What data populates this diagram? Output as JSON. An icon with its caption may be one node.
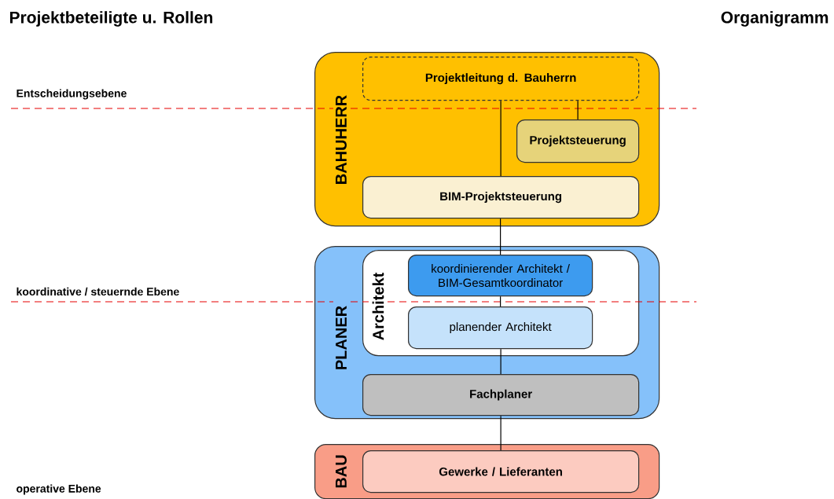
{
  "diagram": {
    "title": "Projektbeteiligte u. Rollen",
    "nodes": [
      {
        "text": [
          "BAHUHERR"
        ]
      },
      {
        "text": [
          "Projektleitung d. Bauherrn"
        ],
        "in": 0
      },
      {
        "text": [
          "Projektsteuerung"
        ],
        "in": 0
      },
      {
        "text": [
          "BIM-Projektsteuerung"
        ],
        "in": 0
      },
      {
        "text": [
          "PLANER"
        ]
      },
      {
        "text": [
          "Architekt"
        ],
        "in": 4
      },
      {
        "text": [
          "koordinierender Architekt / BIM-Gesamtkoordinator"
        ],
        "in": 5
      },
      {
        "text": [
          "planender Architekt"
        ],
        "in": 5
      },
      {
        "text": [
          "Fachplaner"
        ],
        "in": 4
      },
      {
        "text": [
          "BAU"
        ]
      },
      {
        "text": [
          "Gewerke / Lieferanten"
        ],
        "in": 9
      }
    ],
    "edges": [
      {
        "from": 1,
        "to": 3,
        "arrow": "none"
      },
      {
        "from": 1,
        "to": 2,
        "arrow": "none"
      },
      {
        "from": 3,
        "to": 6,
        "arrow": "none"
      },
      {
        "from": 6,
        "to": 7,
        "arrow": "none"
      },
      {
        "from": 7,
        "to": 8,
        "arrow": "none"
      },
      {
        "from": 8,
        "to": 10,
        "arrow": "none"
      }
    ],
    "labels": [
      "Organigramm",
      "Entscheidungsebene",
      "koordinative / steuernde Ebene",
      "operative Ebene"
    ]
  }
}
